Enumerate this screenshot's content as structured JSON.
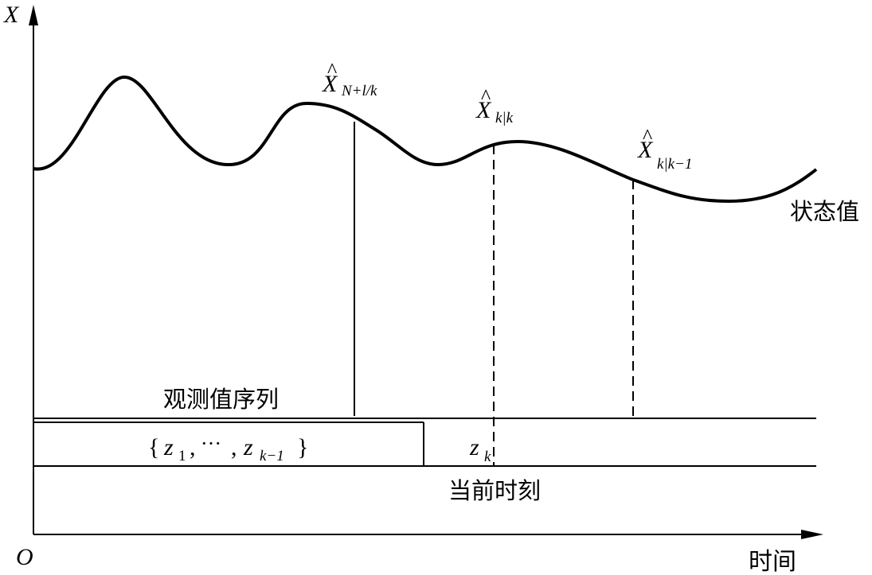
{
  "axes": {
    "y_label": "X",
    "origin_label": "O",
    "x_label": "时间"
  },
  "curve": {
    "label": "状态值"
  },
  "estimates": {
    "smooth": {
      "hat": "^",
      "base": "X",
      "sub": "N+l/k"
    },
    "filter": {
      "hat": "^",
      "base": "X",
      "sub": "k|k"
    },
    "predict": {
      "hat": "^",
      "base": "X",
      "sub": "k|k−1"
    }
  },
  "observations": {
    "sequence_label": "观测值序列",
    "past_set": {
      "open": "{",
      "z1_base": "z",
      "z1_sub": "1",
      "sep1": ",",
      "dots": "···",
      "sep2": ",",
      "zk1_base": "z",
      "zk1_sub": "k−1",
      "close": "}"
    },
    "current": {
      "base": "z",
      "sub": "k"
    }
  },
  "time_marker": {
    "label": "当前时刻"
  }
}
